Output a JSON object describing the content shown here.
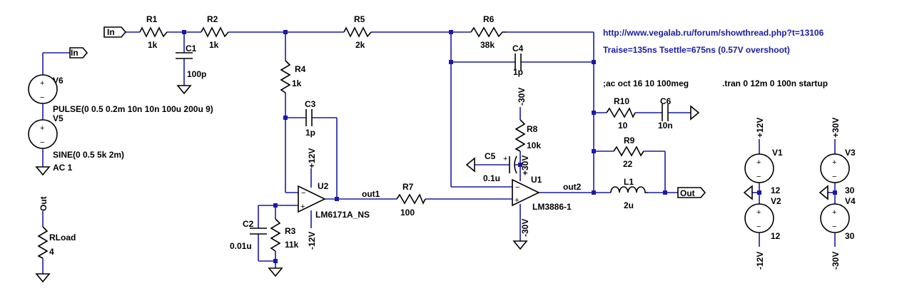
{
  "components": {
    "R1": {
      "ref": "R1",
      "value": "1k"
    },
    "R2": {
      "ref": "R2",
      "value": "1k"
    },
    "R3": {
      "ref": "R3",
      "value": "11k"
    },
    "R4": {
      "ref": "R4",
      "value": "1k"
    },
    "R5": {
      "ref": "R5",
      "value": "2k"
    },
    "R6": {
      "ref": "R6",
      "value": "38k"
    },
    "R7": {
      "ref": "R7",
      "value": "100"
    },
    "R8": {
      "ref": "R8",
      "value": "10k"
    },
    "R9": {
      "ref": "R9",
      "value": "22"
    },
    "R10": {
      "ref": "R10",
      "value": "10"
    },
    "RLoad": {
      "ref": "RLoad",
      "value": "4"
    },
    "C1": {
      "ref": "C1",
      "value": "100p"
    },
    "C2": {
      "ref": "C2",
      "value": "0.01u"
    },
    "C3": {
      "ref": "C3",
      "value": "1p"
    },
    "C4": {
      "ref": "C4",
      "value": "1p"
    },
    "C5": {
      "ref": "C5",
      "value": "0.1u"
    },
    "C6": {
      "ref": "C6",
      "value": "10n"
    },
    "L1": {
      "ref": "L1",
      "value": "2u"
    },
    "U1": {
      "ref": "U1",
      "model": "LM3886-1"
    },
    "U2": {
      "ref": "U2",
      "model": "LM6171A_NS"
    },
    "V1": {
      "ref": "V1",
      "value": "12"
    },
    "V2": {
      "ref": "V2",
      "value": "12"
    },
    "V3": {
      "ref": "V3",
      "value": "30"
    },
    "V4": {
      "ref": "V4",
      "value": "30"
    },
    "V5": {
      "ref": "V5",
      "value": "SINE(0 0.5 5k 2m)",
      "ac": "AC 1"
    },
    "V6": {
      "ref": "V6",
      "value": "PULSE(0 0.5 0.2m 10n 10n 100u 200u 9)"
    }
  },
  "nets": {
    "in": "In",
    "out": "Out",
    "out1": "out1",
    "out2": "out2",
    "p12": "+12V",
    "m12": "-12V",
    "p30": "+30V",
    "m30": "-30V"
  },
  "annotations": {
    "url": "http://www.vegalab.ru/forum/showthread.php?t=13106",
    "note": "Traise=135ns Tsettle=675ns (0.57V overshoot)",
    "ac_cmd": ";ac oct 16 10 100meg",
    "tran_cmd": ".tran 0 12m 0 100n startup"
  },
  "colors": {
    "wire": "#1a1aa6",
    "component": "#000000",
    "background": "#ffffff"
  }
}
